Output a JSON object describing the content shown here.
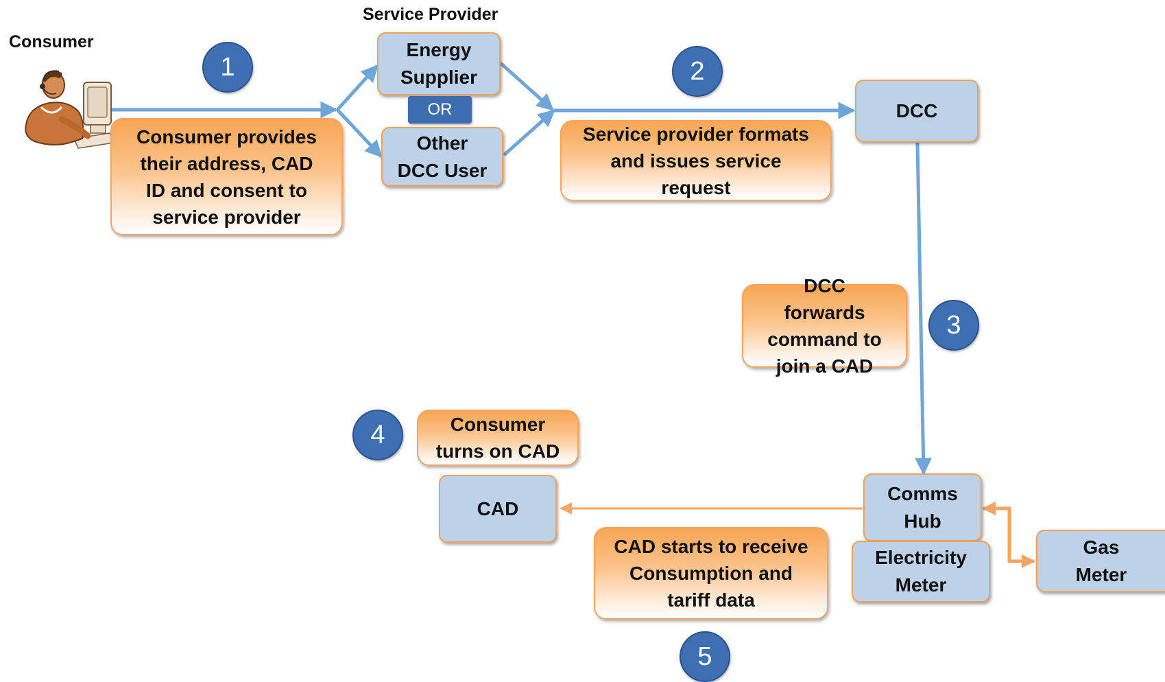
{
  "headings": {
    "consumer": "Consumer",
    "service_provider": "Service Provider"
  },
  "boxes": {
    "energy_supplier": "Energy Supplier",
    "or": "OR",
    "other_dcc_user": "Other DCC User",
    "dcc": "DCC",
    "comms_hub": "Comms Hub",
    "electricity_meter": "Electricity Meter",
    "gas_meter": "Gas Meter",
    "cad": "CAD"
  },
  "steps": [
    {
      "number": "1",
      "text": "Consumer provides their address, CAD ID and consent to service provider"
    },
    {
      "number": "2",
      "text": "Service provider formats and issues service request"
    },
    {
      "number": "3",
      "text": "DCC forwards command to join a CAD"
    },
    {
      "number": "4",
      "text": "Consumer turns on CAD"
    },
    {
      "number": "5",
      "text": "CAD starts to receive Consumption and tariff data"
    }
  ],
  "colors": {
    "box_fill": "#bdd1e8",
    "box_border": "#f0a25a",
    "step_circle": "#3f6fb3",
    "blue_arrow": "#6fa6d8",
    "orange_arrow": "#f4a565"
  },
  "icons": {
    "consumer": "consumer-at-computer-icon"
  }
}
